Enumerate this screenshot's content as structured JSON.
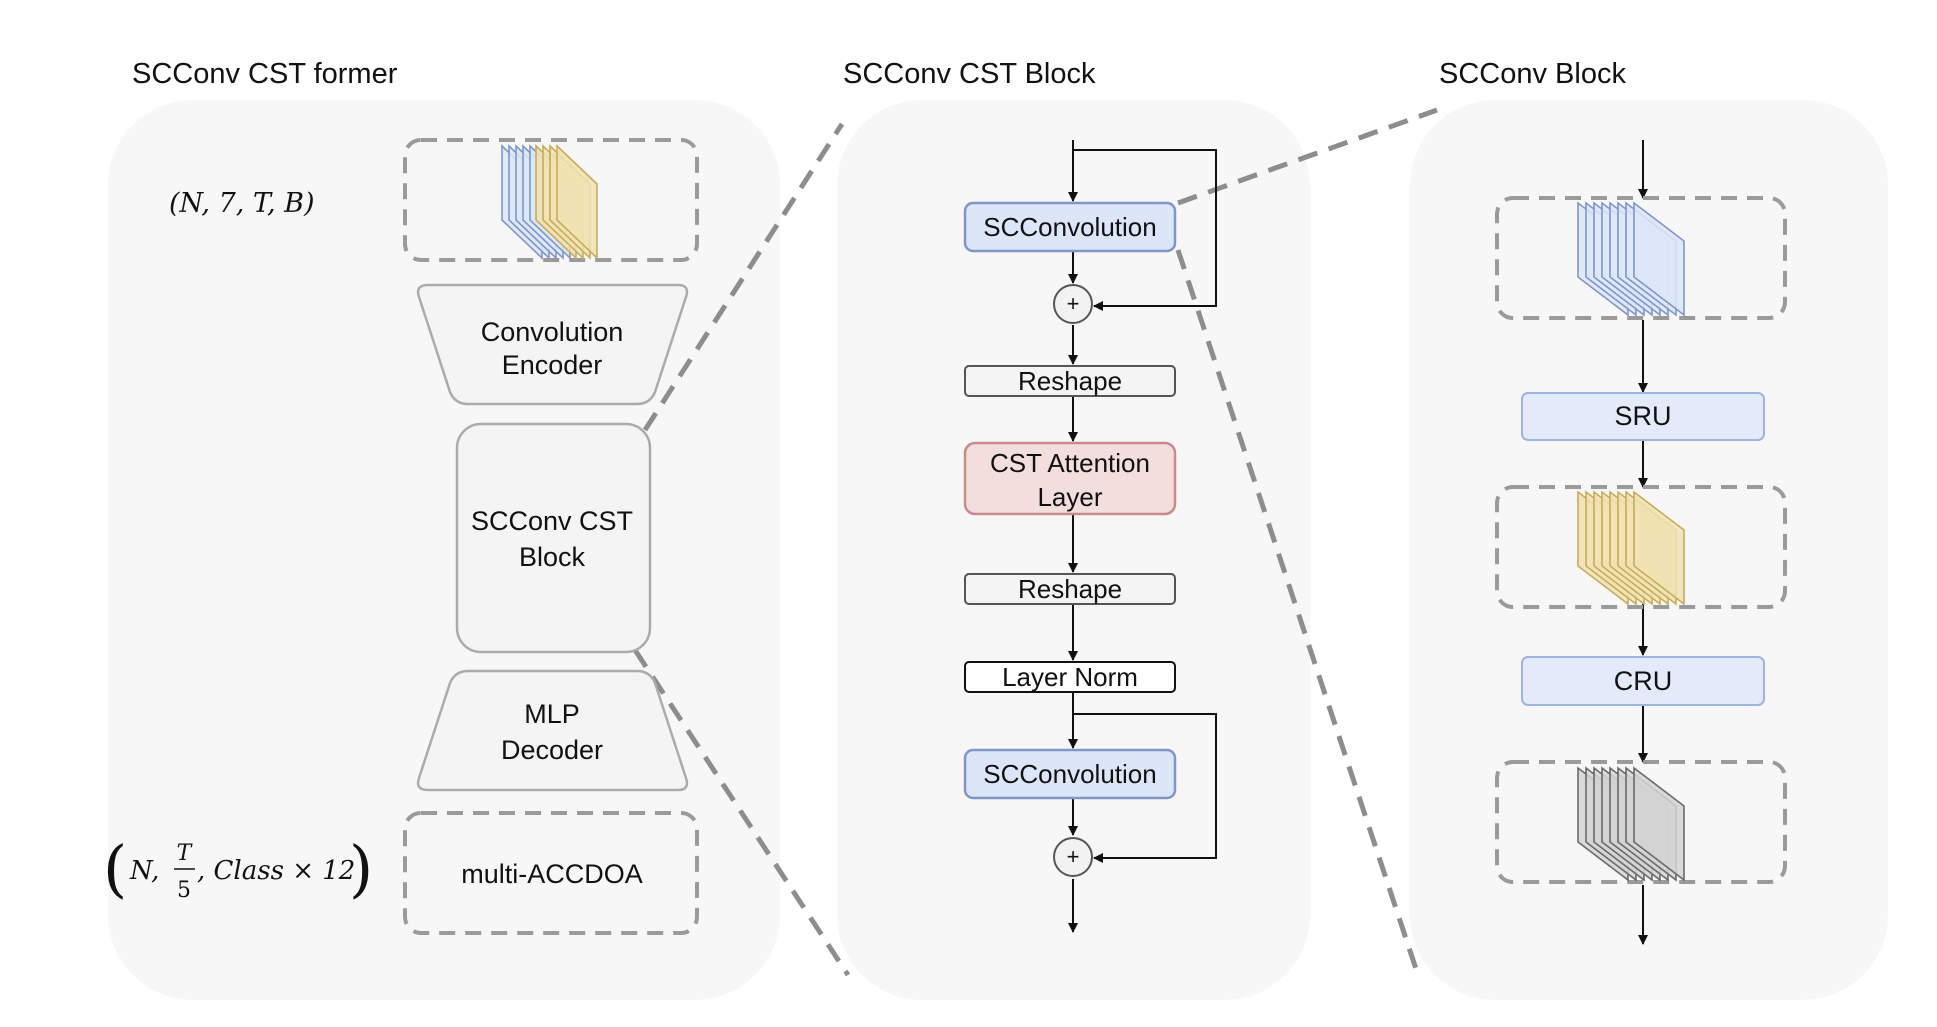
{
  "panels": {
    "former": {
      "title": "SCConv CST former"
    },
    "cst_block": {
      "title": "SCConv CST Block"
    },
    "scconv_block": {
      "title": "SCConv Block"
    }
  },
  "former": {
    "input_shape": "(N, 7, T, B)",
    "encoder": [
      "Convolution",
      "Encoder"
    ],
    "cst_block": [
      "SCConv CST",
      "Block"
    ],
    "decoder": [
      "MLP",
      "Decoder"
    ],
    "output": "multi-ACCDOA",
    "output_shape": {
      "open": "(",
      "n": "N,",
      "frac_num": "T",
      "frac_den": "5",
      "rest": ", Class × 12",
      "close": ")"
    }
  },
  "cst_block": {
    "scconv_1": "SCConvolution",
    "plus_1": "+",
    "reshape_1": "Reshape",
    "attention": [
      "CST Attention",
      "Layer"
    ],
    "reshape_2": "Reshape",
    "layer_norm": "Layer Norm",
    "scconv_2": "SCConvolution",
    "plus_2": "+"
  },
  "scconv_block": {
    "sru": "SRU",
    "cru": "CRU"
  },
  "colors": {
    "panel_bg": "#f7f7f7",
    "blue_fill": "#dde6f8",
    "blue_stroke": "#7f96c8",
    "red_fill": "#f3dede",
    "red_stroke": "#c98a8a",
    "gold_fill": "#f0e2b2",
    "gold_stroke": "#c7ac5a",
    "grey_fill": "#d4d4d4",
    "grey_stroke": "#6a6a6a",
    "dash": "#8d8d8d"
  }
}
